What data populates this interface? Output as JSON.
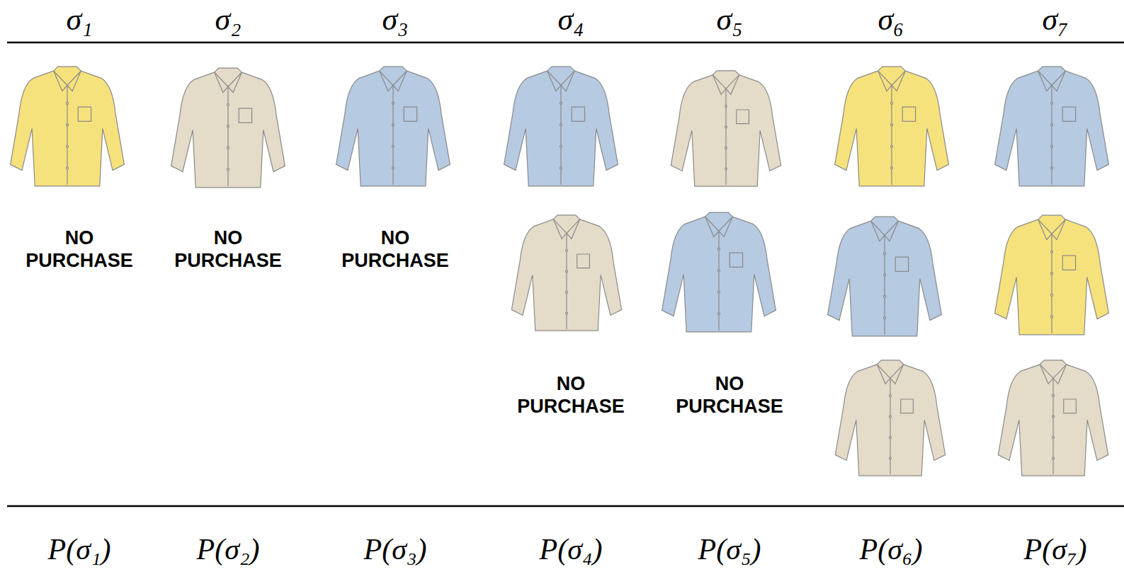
{
  "diagram": {
    "labels": [
      "σ₁",
      "σ₂",
      "σ₃",
      "σ₄",
      "σ₅",
      "σ₆",
      "σ₇",
      "NO PURCHASE",
      "NO PURCHASE",
      "NO PURCHASE",
      "NO PURCHASE",
      "NO PURCHASE",
      "P(σ₁)",
      "P(σ₂)",
      "P(σ₃)",
      "P(σ₄)",
      "P(σ₅)",
      "P(σ₆)",
      "P(σ₇)"
    ]
  }
}
